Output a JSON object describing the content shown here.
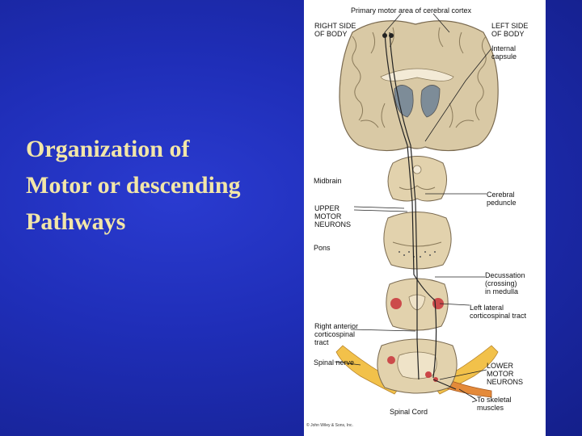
{
  "slide": {
    "title_lines": [
      "Organization of",
      "Motor or descending",
      "Pathways"
    ],
    "colors": {
      "background": "#1f2eb8",
      "title": "#f2e6a8",
      "panel": "#ffffff"
    }
  },
  "figure": {
    "labels": {
      "primary_motor": "Primary motor area of cerebral cortex",
      "right_side": "RIGHT SIDE\nOF BODY",
      "left_side": "LEFT SIDE\nOF BODY",
      "internal_capsule": "Internal\ncapsule",
      "midbrain": "Midbrain",
      "cerebral_peduncle": "Cerebral\npeduncle",
      "upper_motor_neurons": "UPPER\nMOTOR\nNEURONS",
      "pons": "Pons",
      "decussation": "Decussation\n(crossing)\nin medulla",
      "left_lateral_tract": "Left lateral\ncorticospinal tract",
      "right_anterior_tract": "Right anterior\ncorticospinal\ntract",
      "spinal_nerve": "Spinal nerve",
      "lower_motor_neurons": "LOWER\nMOTOR\nNEURONS",
      "to_skeletal_muscles": "To skeletal\nmuscles",
      "spinal_cord": "Spinal Cord",
      "credit": "© John Wiley & Sons, Inc."
    }
  }
}
